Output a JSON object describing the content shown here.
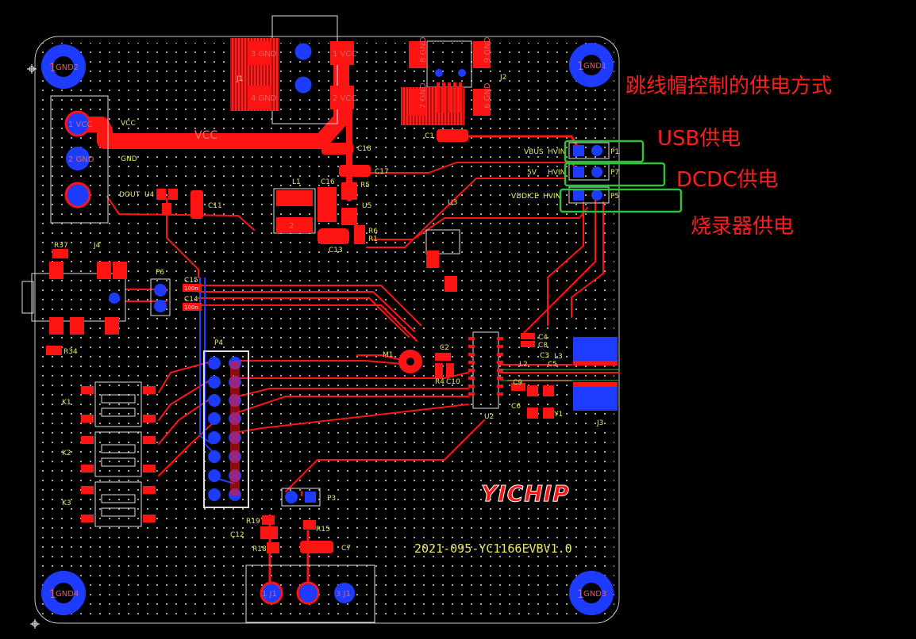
{
  "board": {
    "version_text": "2021-095-YC1166EVBV1.0",
    "logo_text": "YICHIP",
    "colors": {
      "background": "#000000",
      "copper_top": "#ff1414",
      "copper_bottom": "#1e3cff",
      "silkscreen": "#e8e860",
      "outline": "#d0d0d0",
      "highlight": "#2fbf3a",
      "annotation": "#ff1e1e"
    }
  },
  "annotations": {
    "title": "跳线帽控制的供电方式",
    "usb": "USB供电",
    "dcdc": "DCDC供电",
    "programmer": "烧录器供电"
  },
  "jumpers": [
    {
      "ref": "P1",
      "left_label": "VBUS",
      "right_label": "HVIN"
    },
    {
      "ref": "P7",
      "left_label": "5V",
      "right_label": "HVIN"
    },
    {
      "ref": "P5",
      "left_label": "VDDICE",
      "right_label": "HVIN"
    }
  ],
  "mounting_holes": [
    {
      "label": "GND2",
      "pin": "1"
    },
    {
      "label": "GND1",
      "pin": "1"
    },
    {
      "label": "GND4",
      "pin": "1"
    },
    {
      "label": "GND3",
      "pin": "1"
    }
  ],
  "net_labels": {
    "vcc": "VCC",
    "vcc_trace": "VCC",
    "gnd": "GND",
    "dout": "DOUT"
  },
  "pads": {
    "j1_3": "3 GND",
    "j1_4": "4 GND",
    "j1_1": "1 VCC",
    "j1_2": "2 VCC",
    "j2_8": "8 GND",
    "j2_9": "9 GND",
    "j2_7": "7 GND",
    "j2_6": "6 GND",
    "con_vcc": "1 VCC",
    "con_gnd": "2 GND",
    "j1_bot_1": "1 J1",
    "j1_bot_3": "3 J1"
  },
  "components": {
    "J1": "J1",
    "J2": "J2",
    "J3": "J3",
    "J4": "J4",
    "U2": "U2",
    "U3": "U3",
    "U4": "U4",
    "U5": "U5",
    "L1": "L1",
    "L2": "L2",
    "L3": "L3",
    "C1": "C1",
    "C2": "C2",
    "C3": "C3",
    "C4": "C4",
    "C5": "C5",
    "C6": "C6",
    "C7": "C7",
    "C8": "C8",
    "C9": "C9",
    "C10": "C10",
    "C11": "C11",
    "C12": "C12",
    "C13": "C13",
    "C14": "C14",
    "C15": "C15",
    "C16": "C16",
    "C17": "C17",
    "C18": "C18",
    "R1": "R1",
    "R4": "R4",
    "R5": "R5",
    "R6": "R6",
    "R15": "R15",
    "R18": "R18",
    "R19": "R19",
    "R34": "R34",
    "R37": "R37",
    "K1": "K1",
    "K2": "K2",
    "K3": "K3",
    "P3": "P3",
    "P4": "P4",
    "P6": "P6",
    "M1": "M1",
    "Y1": "Y1",
    "D2": "2",
    "C14v": "100n",
    "C15v": "100n"
  }
}
